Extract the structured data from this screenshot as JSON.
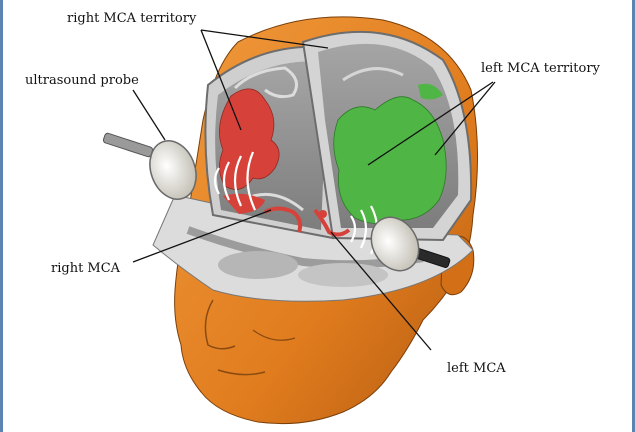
{
  "labels": {
    "right_mca_territory": "right MCA territory",
    "left_mca_territory": "left MCA territory",
    "ultrasound_probe": "ultrasound probe",
    "right_mca": "right MCA",
    "left_mca": "left MCA"
  },
  "colors": {
    "skin": "#e2801f",
    "skin_shadow": "#b85d10",
    "brain_gray": "#9a9a9a",
    "right_territory": "#d6423a",
    "left_territory": "#4fb545",
    "frame_border": "#5b84b1"
  }
}
